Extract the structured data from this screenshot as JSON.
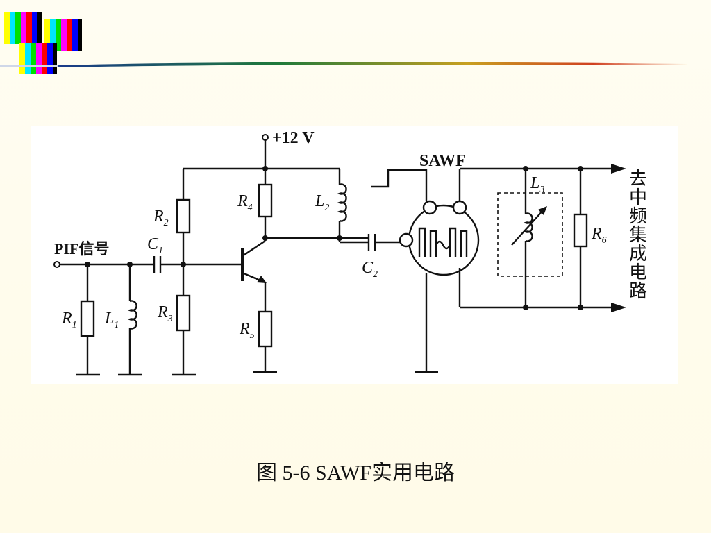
{
  "caption": "图 5-6 SAWF实用电路",
  "circuit": {
    "supply": "+12 V",
    "input_label": "PIF信号",
    "filter_label": "SAWF",
    "output_label": [
      "去",
      "中",
      "频",
      "集",
      "成",
      "电",
      "路"
    ],
    "components": {
      "R1": {
        "letter": "R",
        "sub": "1"
      },
      "R2": {
        "letter": "R",
        "sub": "2"
      },
      "R3": {
        "letter": "R",
        "sub": "3"
      },
      "R4": {
        "letter": "R",
        "sub": "4"
      },
      "R5": {
        "letter": "R",
        "sub": "5"
      },
      "R6": {
        "letter": "R",
        "sub": "6"
      },
      "L1": {
        "letter": "L",
        "sub": "1"
      },
      "L2": {
        "letter": "L",
        "sub": "2"
      },
      "L3": {
        "letter": "L",
        "sub": "3"
      },
      "C1": {
        "letter": "C",
        "sub": "1"
      },
      "C2": {
        "letter": "C",
        "sub": "2"
      }
    }
  },
  "colors": {
    "background": "#fffbea",
    "logo_bars": [
      "#ffff00",
      "#00ffff",
      "#00ff00",
      "#ff00ff",
      "#ff0000",
      "#0000ff",
      "#000000"
    ]
  }
}
